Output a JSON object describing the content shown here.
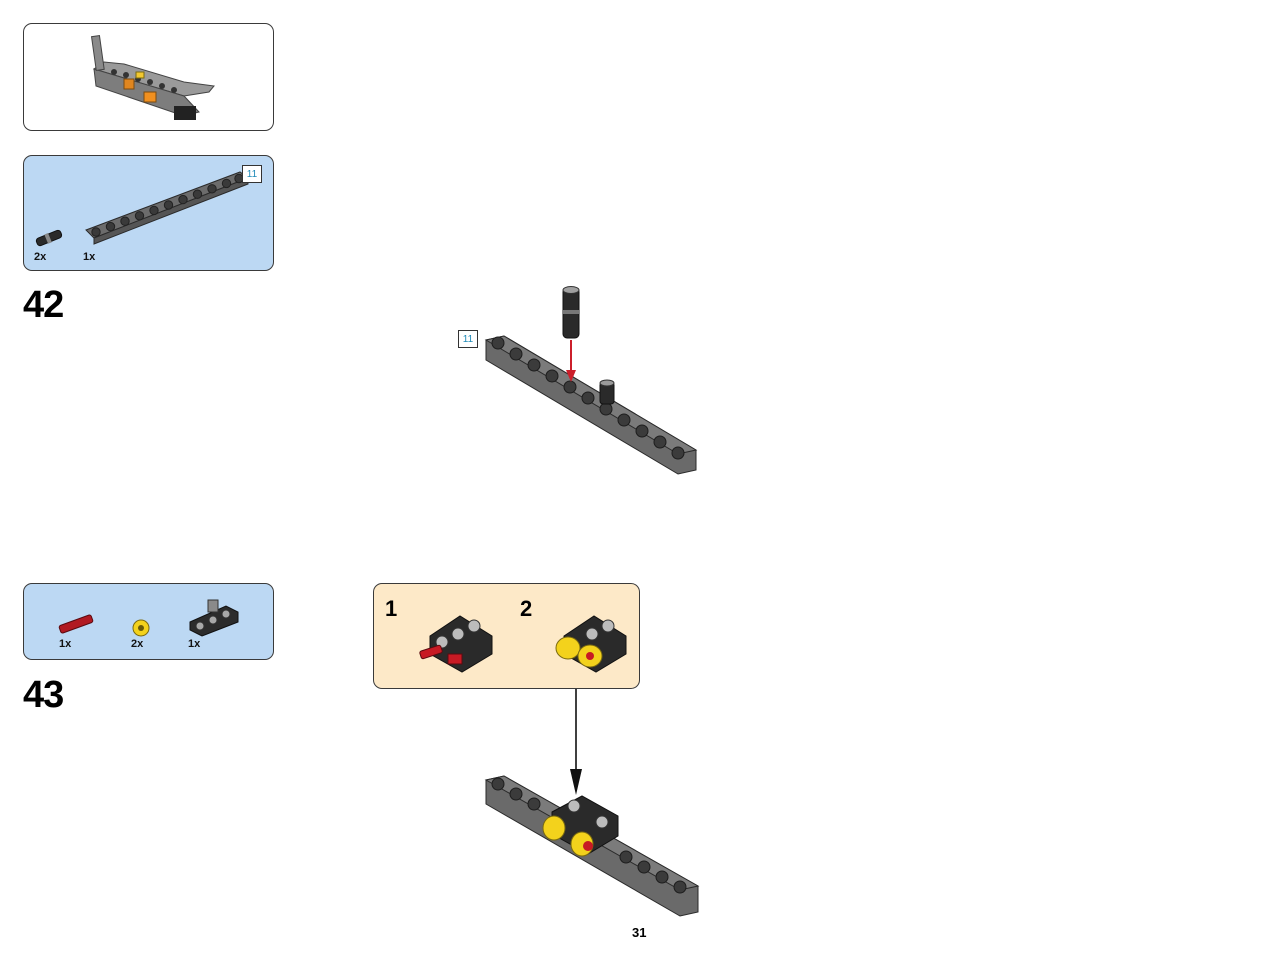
{
  "page": {
    "number": "31"
  },
  "preview": {
    "name": "previous-model-preview"
  },
  "step42": {
    "number": "42",
    "parts": [
      {
        "name": "connector-pin",
        "qty": "2x"
      },
      {
        "name": "beam-11",
        "qty": "1x",
        "length_label": "11"
      }
    ],
    "callout_length_label": "11"
  },
  "step43": {
    "number": "43",
    "parts": [
      {
        "name": "axle-red",
        "qty": "1x"
      },
      {
        "name": "bush-yellow",
        "qty": "2x"
      },
      {
        "name": "cross-block",
        "qty": "1x"
      }
    ],
    "substeps": [
      "1",
      "2"
    ]
  },
  "colors": {
    "parts_panel": "#bcd8f3",
    "subassembly_panel": "#fde9c8",
    "beam": "#6c6c6c",
    "arrow_red": "#cc1f2b",
    "arrow_black": "#111111",
    "length_label": "#1e8ab8"
  }
}
